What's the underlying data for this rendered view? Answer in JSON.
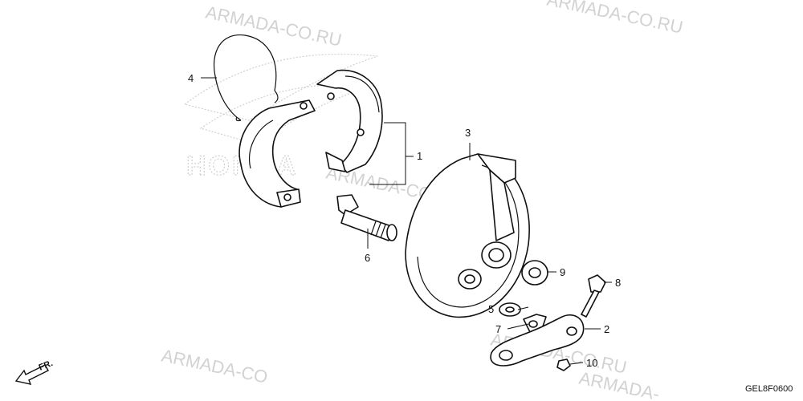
{
  "watermark": {
    "text_1": "ARMADA-CO.RU",
    "text_2": "ARMADA-CO.RU",
    "text_3": "ARMADA-CO.RU",
    "text_4": "ARMADA-CO.RU",
    "text_5": "ARMADA-CO",
    "text_6": "ARMADA-"
  },
  "brand_logo": {
    "text": "HONDA"
  },
  "callouts": {
    "c1": "1",
    "c2": "2",
    "c3": "3",
    "c4": "4",
    "c5": "5",
    "c6": "6",
    "c7": "7",
    "c8": "8",
    "c9": "9",
    "c10": "10"
  },
  "direction_marker": {
    "label": "FR."
  },
  "diagram_code": "GEL8F0600"
}
